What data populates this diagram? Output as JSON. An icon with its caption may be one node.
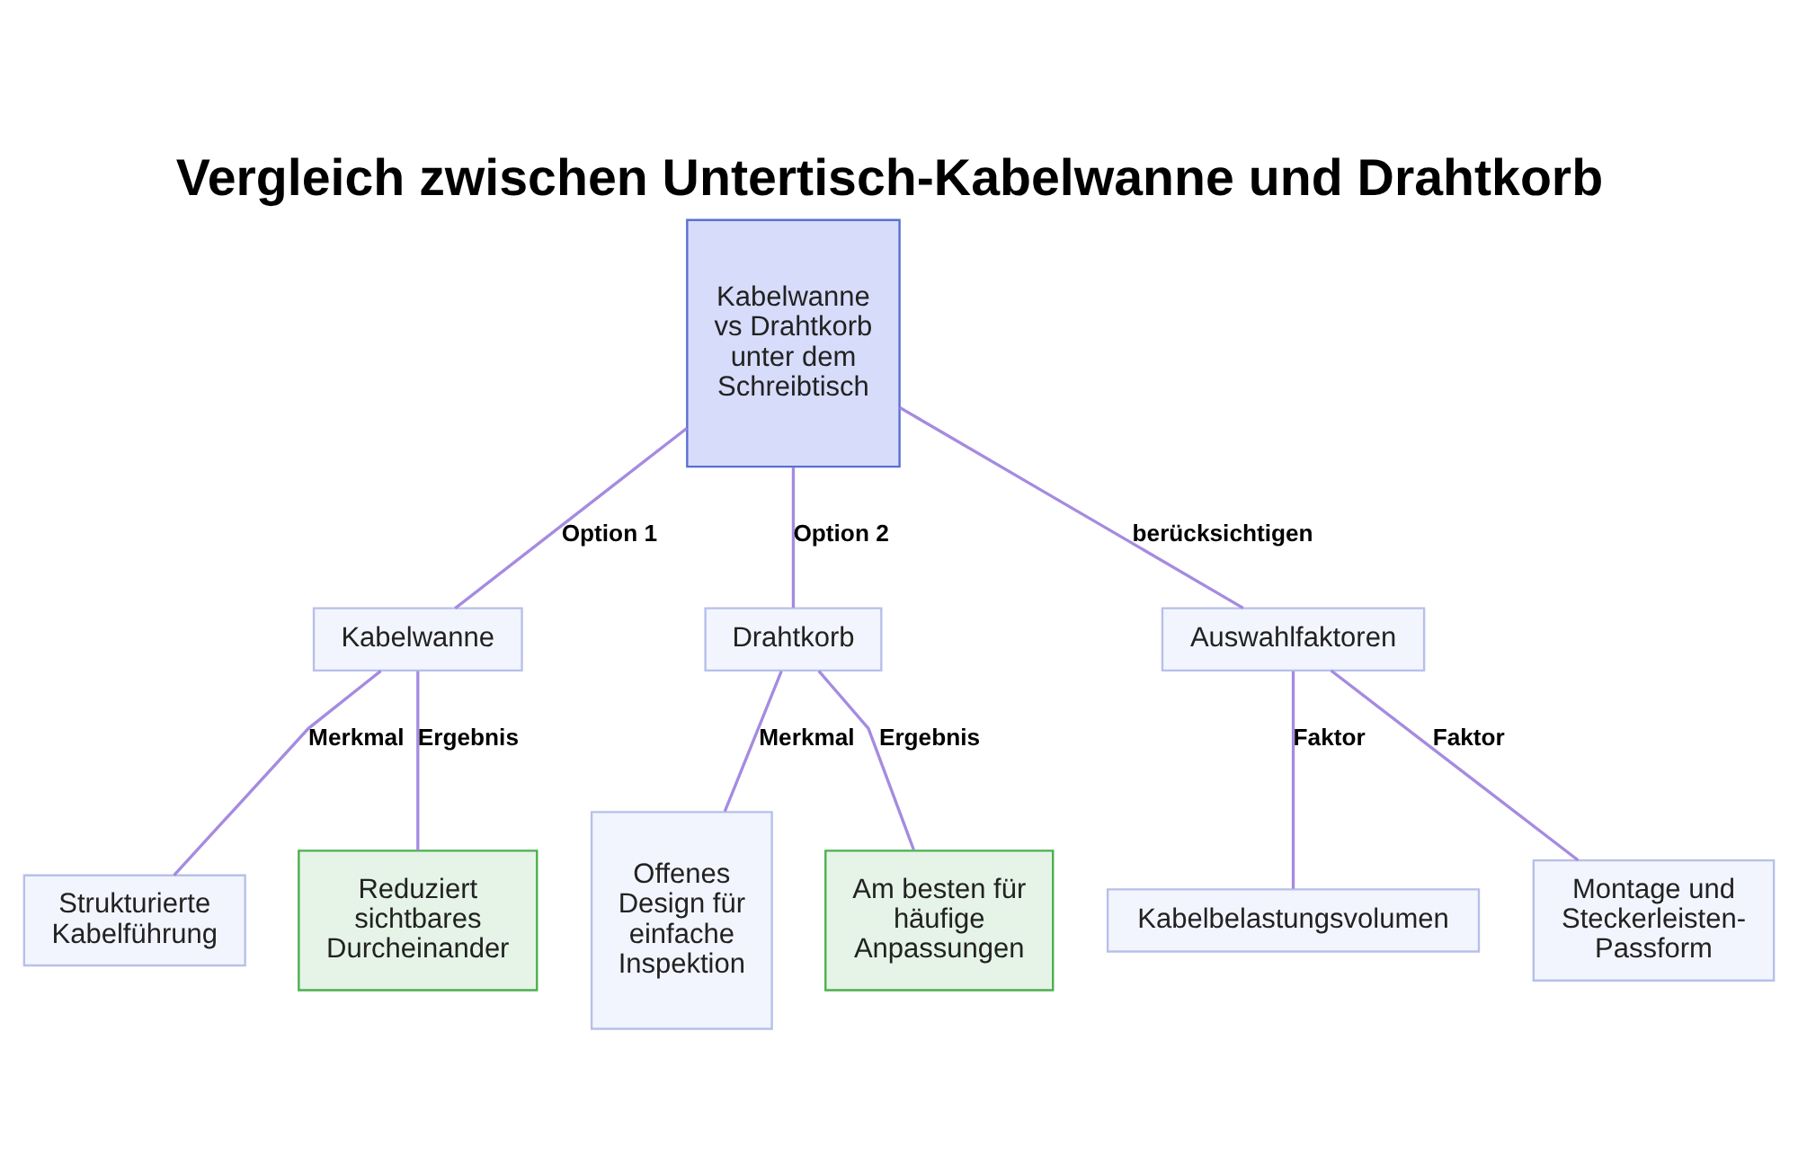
{
  "diagram": {
    "title": "Vergleich zwischen Untertisch-Kabelwanne und Drahtkorb",
    "nodes": [
      {
        "text": [
          "Kabelwanne vs Drahtkorb unter dem Schreibtisch"
        ]
      },
      {
        "text": [
          "Kabelwanne"
        ]
      },
      {
        "text": [
          "Drahtkorb"
        ]
      },
      {
        "text": [
          "Auswahlfaktoren"
        ]
      },
      {
        "text": [
          "Strukturierte Kabelführung"
        ]
      },
      {
        "text": [
          "Reduziert sichtbares Durcheinander"
        ]
      },
      {
        "text": [
          "Offenes Design für einfache Inspektion"
        ]
      },
      {
        "text": [
          "Am besten für häufige Anpassungen"
        ]
      },
      {
        "text": [
          "Kabelbelastungsvolumen"
        ]
      },
      {
        "text": [
          "Montage und Steckerleisten-Passform"
        ]
      }
    ],
    "edges": [
      {
        "from": 0,
        "to": 1,
        "arrow": "none",
        "label": "Option 1"
      },
      {
        "from": 0,
        "to": 2,
        "arrow": "none",
        "label": "Option 2"
      },
      {
        "from": 0,
        "to": 3,
        "arrow": "none",
        "label": "berücksichtigen"
      },
      {
        "from": 1,
        "to": 4,
        "arrow": "none",
        "label": "Merkmal"
      },
      {
        "from": 1,
        "to": 5,
        "arrow": "none",
        "label": "Ergebnis"
      },
      {
        "from": 2,
        "to": 6,
        "arrow": "none",
        "label": "Merkmal"
      },
      {
        "from": 2,
        "to": 7,
        "arrow": "none",
        "label": "Ergebnis"
      },
      {
        "from": 3,
        "to": 8,
        "arrow": "none",
        "label": "Faktor"
      },
      {
        "from": 3,
        "to": 9,
        "arrow": "none",
        "label": "Faktor"
      }
    ]
  }
}
